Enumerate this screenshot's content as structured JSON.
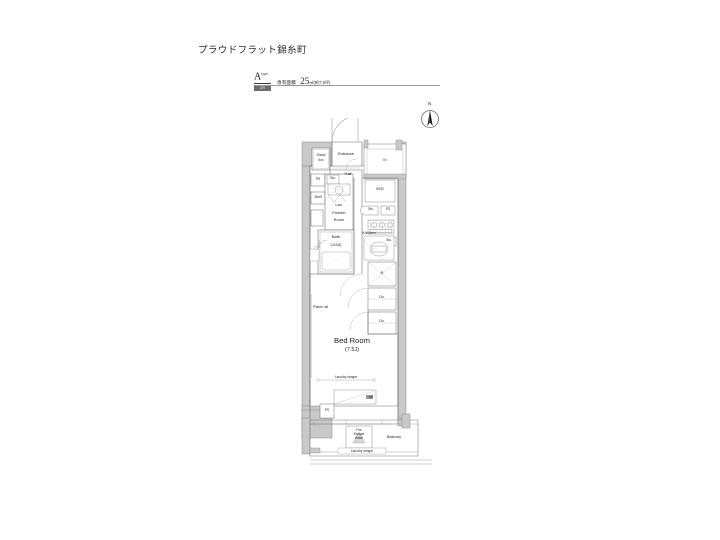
{
  "header": {
    "property_title": "プラウドフラット錦糸町",
    "badge": {
      "letter": "A",
      "superscript": "type",
      "plan_type": "1R"
    },
    "area": {
      "label": "専有面積",
      "value": "25",
      "unit": "25㎡",
      "note": "(約7.5坪)"
    }
  },
  "compass": {
    "label": "N",
    "icon": "compass-icon"
  },
  "plan": {
    "rooms": {
      "entrance": "Entrance",
      "hall": "Hall",
      "shoes_box": "Shoes\nbox",
      "mb": "MB",
      "wd": "W/D",
      "lav": "Lav.",
      "powder_room_line1": "Powder",
      "powder_room_line2": "Room",
      "bath_line1": "Bath",
      "bath_line2": "(1116)",
      "kitchen": "Kitchen",
      "bed_room_line1": "Bed Room",
      "bed_room_line2": "(7.5J)",
      "balcony": "Balcony"
    },
    "fixtures": {
      "ps_top": "PS",
      "ps_mid": "PS",
      "ps_bottom": "PS",
      "sto_hall": "Sto.",
      "sto_kitchen_upper": "Sto.",
      "sto_kitchen_lower": "Sto.",
      "shelf": "Shelf",
      "closet_upper": "Clo.",
      "closet_lower": "Clo.",
      "refrigerator": "R",
      "ac": "AC",
      "picture_rail": "Picture rail",
      "laundry_hanger_room": "Laundry hanger",
      "laundry_hanger_balcony": "Laundry hanger",
      "fire_escape_line1": "Fire",
      "fire_escape_line2": "Escape",
      "fire_escape_line3": "Hatch"
    }
  },
  "colors": {
    "wall_fill": "#c9c9c9",
    "wall_stroke": "#8a8a8a",
    "line": "#5a5a5a",
    "thin_line": "#9a9a9a",
    "text": "#1d1d1d",
    "rule": "#9a9a9a",
    "badge_bg": "#6d6d6d"
  }
}
